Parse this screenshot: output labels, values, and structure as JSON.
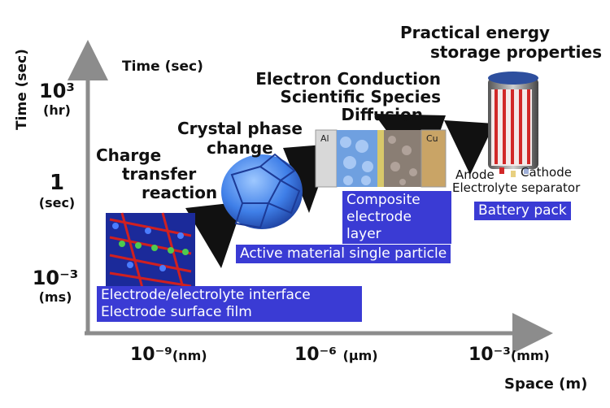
{
  "axes": {
    "y_label": "Time (sec)",
    "y_title_inside": "Time (sec)",
    "x_label": "Space (m)",
    "y_ticks": [
      {
        "value": "10³",
        "unit": "(hr)"
      },
      {
        "value": "1",
        "unit": "(sec)"
      },
      {
        "value": "10⁻³",
        "unit": "(ms)"
      }
    ],
    "x_ticks": [
      {
        "value": "10⁻⁹",
        "unit": "(nm)"
      },
      {
        "value": "10⁻⁶",
        "unit": "(μm)"
      },
      {
        "value": "10⁻³",
        "unit": "(mm)"
      }
    ]
  },
  "phenomena": {
    "charge_transfer": [
      "Charge",
      "transfer",
      "reaction"
    ],
    "crystal_phase": [
      "Crystal phase",
      "change"
    ],
    "electron_conduction": [
      "Electron Conduction",
      "Scientific Species",
      "Diffusion"
    ],
    "practical_energy": [
      "Practical energy",
      "storage properties"
    ]
  },
  "scales": {
    "interface": [
      "Electrode/electrolyte interface",
      "Electrode surface film"
    ],
    "particle": "Active material single particle",
    "composite": [
      "Composite",
      "electrode layer"
    ],
    "battery": "Battery pack"
  },
  "battery_labels": {
    "anode": "Anode",
    "cathode": "Cathode",
    "separator": "Electrolyte separator",
    "al": "Al",
    "cu": "Cu"
  }
}
